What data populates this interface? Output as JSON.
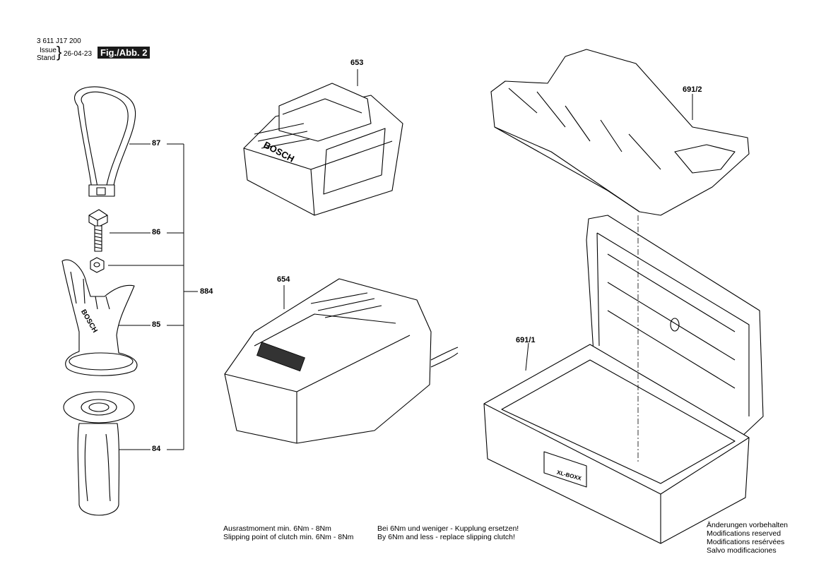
{
  "header": {
    "doc_number": "3 611 J17 200",
    "issue_label": "Issue",
    "stand_label": "Stand",
    "brace": "}",
    "date": "26-04-23",
    "figure_label": "Fig./Abb. 2"
  },
  "callouts": {
    "c87": "87",
    "c86": "86",
    "c85": "85",
    "c84": "84",
    "c884": "884",
    "c653": "653",
    "c654": "654",
    "c691_2": "691/2",
    "c691_1": "691/1"
  },
  "battery_brand": "BOSCH",
  "handle_brand": "BOSCH",
  "case_label": "XL-BOXX",
  "notes": {
    "de_torque": "Ausrastmoment min. 6Nm - 8Nm",
    "en_torque": "Slipping point of clutch min. 6Nm - 8Nm",
    "de_clutch": "Bei 6Nm und weniger - Kupplung ersetzen!",
    "en_clutch": "By 6Nm and less - replace slipping clutch!"
  },
  "modifications": {
    "de": "Änderungen vorbehalten",
    "en": "Modifications reserved",
    "fr": "Modifications resérvées",
    "es": "Salvo modificaciones"
  }
}
